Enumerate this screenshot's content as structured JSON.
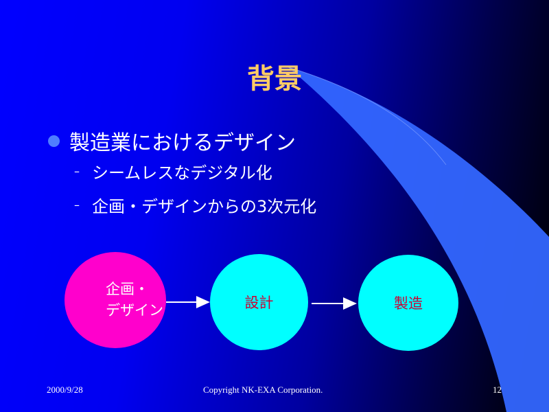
{
  "slide": {
    "title": "背景",
    "page_number": "12",
    "date": "2000/9/28",
    "copyright": "Copyright NK-EXA Corporation."
  },
  "bullets": [
    {
      "text": "製造業におけるデザイン",
      "children": [
        "シームレスなデジタル化",
        "企画・デザインからの3次元化"
      ]
    }
  ],
  "diagram": {
    "nodes": [
      "企画・",
      "デザイン",
      "設計",
      "製造"
    ]
  },
  "colors": {
    "title": "#ffcc66",
    "swoosh": "#3366ff",
    "node_plan": "#ff00cc",
    "node_other": "#00ffff",
    "node_text": "#cc0033"
  }
}
